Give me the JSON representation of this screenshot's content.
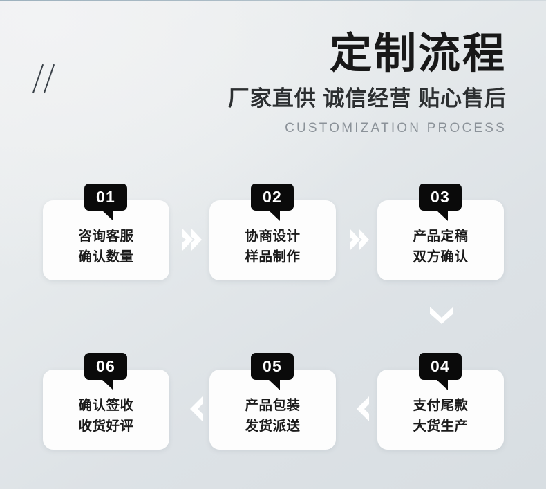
{
  "header": {
    "title": "定制流程",
    "subtitle": "厂家直供 诚信经营 贴心售后",
    "eyebrow": "CUSTOMIZATION PROCESS"
  },
  "decoration": {
    "slash_mark": "//"
  },
  "colors": {
    "badge_background": "#0a0a0a",
    "badge_text": "#ffffff",
    "card_background": "#fdfdfd",
    "title_text": "#181818",
    "eyebrow_text": "#8b9299",
    "connector_arrow": "#ffffff",
    "background_light": "#edeff0",
    "background_dark": "#d8dee2"
  },
  "steps": [
    {
      "number": "01",
      "line1": "咨询客服",
      "line2": "确认数量"
    },
    {
      "number": "02",
      "line1": "协商设计",
      "line2": "样品制作"
    },
    {
      "number": "03",
      "line1": "产品定稿",
      "line2": "双方确认"
    },
    {
      "number": "04",
      "line1": "支付尾款",
      "line2": "大货生产"
    },
    {
      "number": "05",
      "line1": "产品包装",
      "line2": "发货派送"
    },
    {
      "number": "06",
      "line1": "确认签收",
      "line2": "收货好评"
    }
  ],
  "connectors": [
    {
      "id": "1to2",
      "icon": "double-chevron-right-icon",
      "direction": "right"
    },
    {
      "id": "2to3",
      "icon": "double-chevron-right-icon",
      "direction": "right"
    },
    {
      "id": "3to4",
      "icon": "chevron-down-icon",
      "direction": "down"
    },
    {
      "id": "4to5",
      "icon": "chevron-left-icon",
      "direction": "left"
    },
    {
      "id": "5to6",
      "icon": "chevron-left-icon",
      "direction": "left"
    }
  ]
}
